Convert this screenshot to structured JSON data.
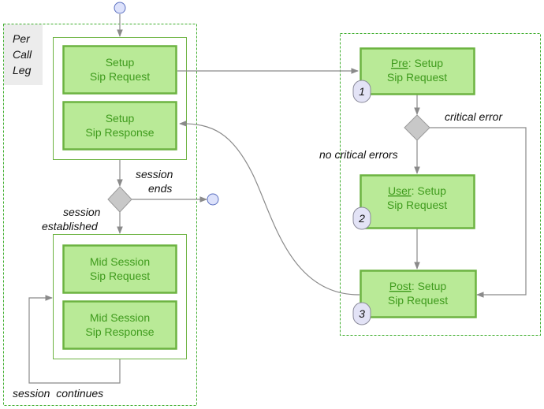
{
  "colors": {
    "node_fill": "#b9ea97",
    "node_border": "#6cb341",
    "node_text": "#3f9b1d",
    "group_border": "#3fae2e",
    "group_label_bg": "#ececec",
    "connector": "#8a8a8a",
    "decision_fill": "#c8c8c8",
    "start_fill": "#dde2fb",
    "badge_fill": "#e3e3f6"
  },
  "group": {
    "label_lines": [
      "Per",
      "Call",
      "Leg"
    ]
  },
  "nodes": {
    "setup_request": [
      "Setup",
      "Sip Request"
    ],
    "setup_response": [
      "Setup",
      "Sip Response"
    ],
    "mid_request": [
      "Mid Session",
      "Sip Request"
    ],
    "mid_response": [
      "Mid Session",
      "Sip Response"
    ],
    "pre": {
      "prefix": "Pre",
      "rest": ": Setup",
      "line2": "Sip Request",
      "badge": "1"
    },
    "user": {
      "prefix": "User",
      "rest": ": Setup",
      "line2": "Sip Request",
      "badge": "2"
    },
    "post": {
      "prefix": "Post",
      "rest": ": Setup",
      "line2": "Sip Request",
      "badge": "3"
    }
  },
  "labels": {
    "session_ends": [
      "session",
      "ends"
    ],
    "session_established": [
      "session",
      "established"
    ],
    "session_continues": "session  continues",
    "critical_error": "critical error",
    "no_critical_errors": "no critical errors"
  }
}
